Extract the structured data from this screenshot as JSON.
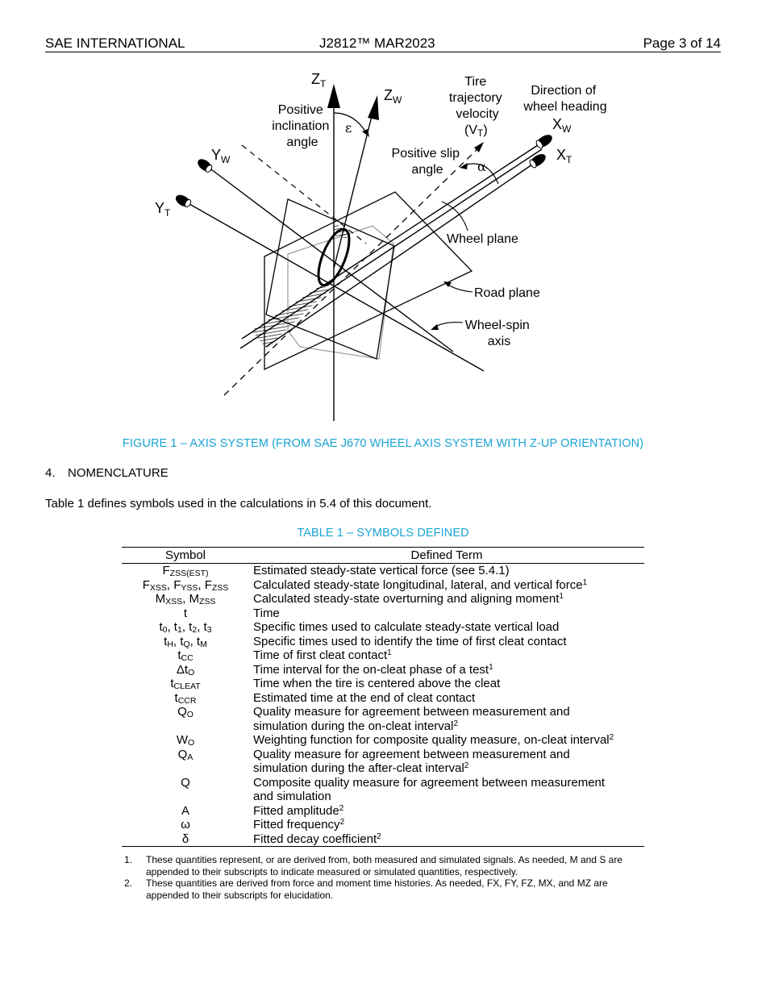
{
  "header": {
    "left": "SAE INTERNATIONAL",
    "center": "J2812™ MAR2023",
    "right": "Page 3 of 14"
  },
  "figure": {
    "labels": {
      "zt": "Z",
      "zt_sub": "T",
      "zw": "Z",
      "zw_sub": "W",
      "yw": "Y",
      "yw_sub": "W",
      "yt": "Y",
      "yt_sub": "T",
      "xw": "X",
      "xw_sub": "W",
      "xt": "X",
      "xt_sub": "T",
      "incl_1": "Positive",
      "incl_2": "inclination",
      "incl_3": "angle",
      "epsilon": "ε",
      "traj_1": "Tire",
      "traj_2": "trajectory",
      "traj_3": "velocity",
      "traj_4": "(V",
      "traj_4_sub": "T",
      "traj_4_end": ")",
      "heading_1": "Direction of",
      "heading_2": "wheel heading",
      "slip_1": "Positive slip",
      "slip_2": "angle",
      "alpha": "α",
      "wheel_plane": "Wheel plane",
      "road_plane": "Road plane",
      "spin_1": "Wheel-spin",
      "spin_2": "axis"
    },
    "caption": "FIGURE 1 – AXIS SYSTEM (FROM SAE J670 WHEEL AXIS SYSTEM WITH Z-UP ORIENTATION)"
  },
  "section": {
    "number": "4.",
    "title": "NOMENCLATURE",
    "intro": "Table 1 defines symbols used in the calculations in 5.4 of this document."
  },
  "table": {
    "caption": "TABLE 1 – SYMBOLS DEFINED",
    "col_symbol": "Symbol",
    "col_term": "Defined Term",
    "rows": [
      {
        "term_1": "Estimated steady-state vertical force (see 5.4.1)"
      },
      {
        "term_1": "Calculated steady-state longitudinal, lateral, and vertical force",
        "note": "1"
      },
      {
        "term_1": "Calculated steady-state overturning and aligning moment",
        "note": "1"
      },
      {
        "sym": "t",
        "term_1": "Time"
      },
      {
        "term_1": "Specific times used to calculate steady-state vertical load"
      },
      {
        "term_1": "Specific times used to identify the time of first cleat contact"
      },
      {
        "term_1": "Time of first cleat contact",
        "note": "1"
      },
      {
        "term_1": "Time interval for the on-cleat phase of a test",
        "note": "1"
      },
      {
        "term_1": "Time when the tire is centered above the cleat"
      },
      {
        "term_1": "Estimated time at the end of cleat contact"
      },
      {
        "term_1": "Quality measure for agreement between measurement and",
        "term_2": "simulation during the on-cleat interval",
        "note": "2"
      },
      {
        "term_1": "Weighting function for composite quality measure, on-cleat interval",
        "note": "2"
      },
      {
        "term_1": "Quality measure for agreement between measurement and",
        "term_2": "simulation during the after-cleat interval",
        "note": "2"
      },
      {
        "sym": "Q",
        "term_1": "Composite quality measure for agreement between measurement",
        "term_2": "and simulation"
      },
      {
        "sym": "A",
        "term_1": "Fitted amplitude",
        "note": "2"
      },
      {
        "sym": "ω",
        "term_1": "Fitted frequency",
        "note": "2"
      },
      {
        "sym": "δ",
        "term_1": "Fitted decay coefficient",
        "note": "2"
      }
    ],
    "symbols": {
      "r1_base": "F",
      "r1_sub": "ZSS(EST)",
      "r2_b1": "F",
      "r2_s1": "XSS",
      "r2_sep1": ", F",
      "r2_s2": "YSS",
      "r2_sep2": ", F",
      "r2_s3": "ZSS",
      "r3_b1": "M",
      "r3_s1": "XSS",
      "r3_sep1": ", M",
      "r3_s2": "ZSS",
      "r5_b1": "t",
      "r5_s1": "0",
      "r5_sep1": ", t",
      "r5_s2": "1",
      "r5_sep2": ", t",
      "r5_s3": "2",
      "r5_sep3": ", t",
      "r5_s4": "3",
      "r6_b1": "t",
      "r6_s1": "H",
      "r6_sep1": ", t",
      "r6_s2": "Q",
      "r6_sep2": ", t",
      "r6_s3": "M",
      "r7_base": "t",
      "r7_sub": "CC",
      "r8_base": "Δt",
      "r8_sub": "O",
      "r9_base": "t",
      "r9_sub": "CLEAT",
      "r10_base": "t",
      "r10_sub": "CCR",
      "r11_base": "Q",
      "r11_sub": "O",
      "r12_base": "W",
      "r12_sub": "O",
      "r13_base": "Q",
      "r13_sub": "A"
    },
    "notes": [
      {
        "num": "1.",
        "text": "These quantities represent, or are derived from, both measured and simulated signals. As needed, M and S are appended to their subscripts to indicate measured or simulated quantities, respectively."
      },
      {
        "num": "2.",
        "text": "These quantities are derived from force and moment time histories. As needed, FX, FY, FZ, MX, and MZ are appended to their subscripts for elucidation."
      }
    ]
  }
}
